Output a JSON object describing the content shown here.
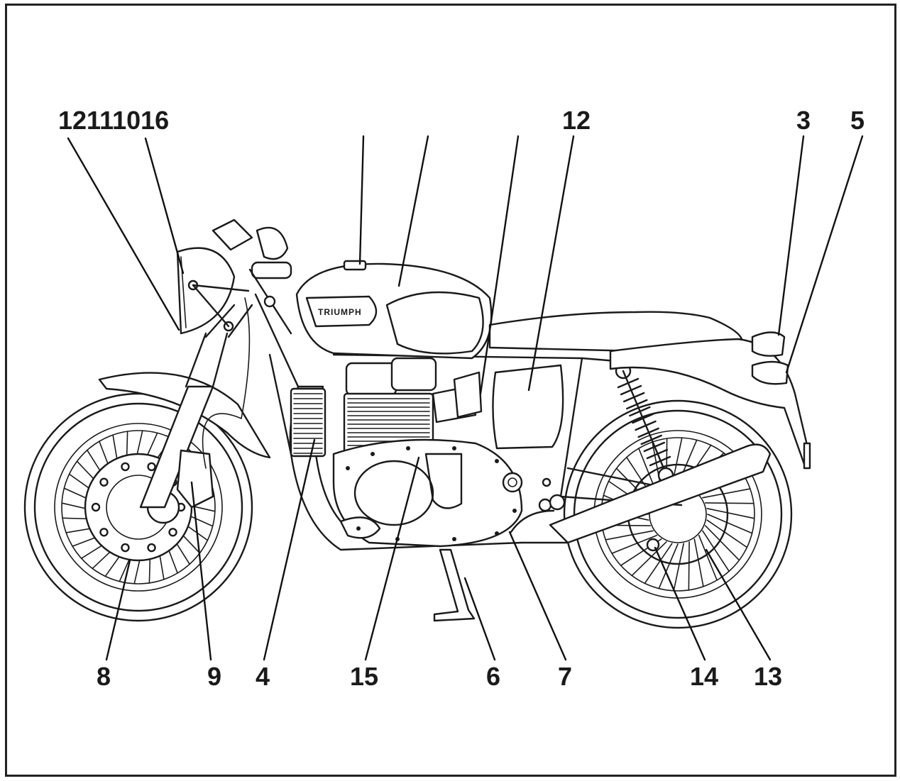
{
  "diagram": {
    "tank_badge": "TRIUMPH",
    "callouts": {
      "c_12111016": "12111016",
      "c_12": "12",
      "c_3": "3",
      "c_5": "5",
      "c_8": "8",
      "c_9": "9",
      "c_4": "4",
      "c_15": "15",
      "c_6": "6",
      "c_7": "7",
      "c_14": "14",
      "c_13": "13"
    }
  }
}
